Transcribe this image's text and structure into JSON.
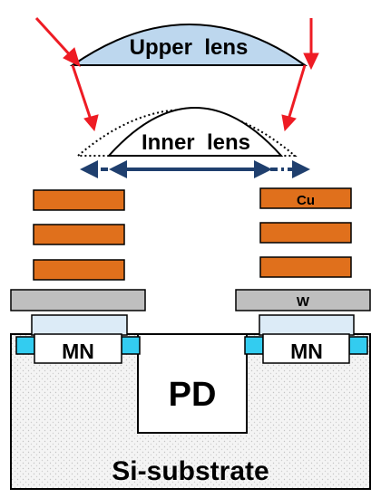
{
  "labels": {
    "upper_lens": "Upper  lens",
    "inner_lens": "Inner  lens",
    "metal": "Cu",
    "tungsten": "W",
    "mn_left": "MN",
    "mn_right": "MN",
    "photodiode": "PD",
    "substrate": "Si-substrate"
  },
  "colors": {
    "upper_lens_fill": "#bdd7ee",
    "copper": "#e0701c",
    "tungsten": "#bfbfbf",
    "mn_light": "#dcebf7",
    "cyan_spacer": "#33ccf0",
    "arrow_red": "#ee1c24",
    "arrow_navy": "#1f3f6e",
    "substrate_fill": "#f2f2f2"
  }
}
